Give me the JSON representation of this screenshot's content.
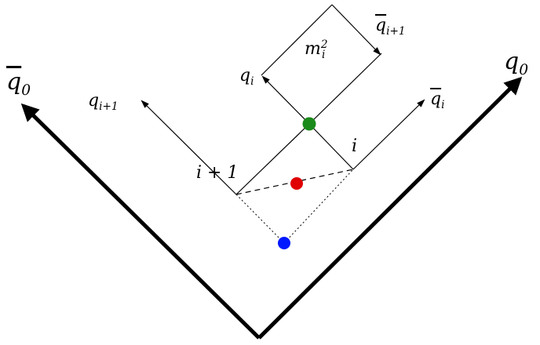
{
  "labels": {
    "qbar0": {
      "base": "q",
      "sub": "0"
    },
    "q0": {
      "base": "q",
      "sub": "0"
    },
    "qi_plus1": {
      "base": "q",
      "sub": "i+1"
    },
    "qi": {
      "base": "q",
      "sub": "i"
    },
    "qbar_i_plus1": {
      "base": "q",
      "sub": "i+1"
    },
    "qbar_i": {
      "base": "q",
      "sub": "i"
    },
    "m_i_sq": {
      "base": "m",
      "sub": "i",
      "sup": "2"
    },
    "i_plus1": "i + 1",
    "i": "i"
  },
  "colors": {
    "line": "#000000",
    "green_dot": "#1a8a1a",
    "red_dot": "#e00000",
    "blue_dot": "#0018ff"
  }
}
